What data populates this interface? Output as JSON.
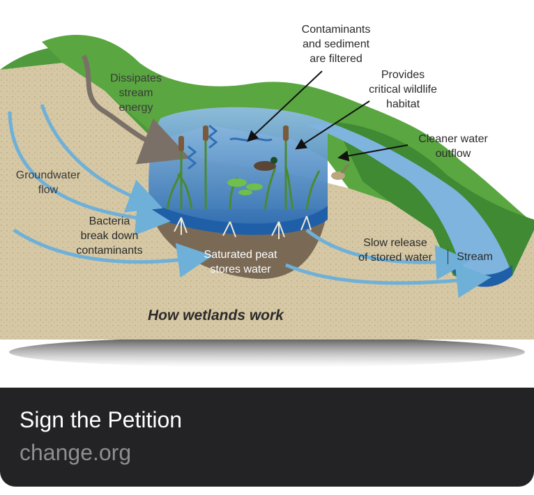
{
  "diagram": {
    "title": "How wetlands work",
    "labels": {
      "contaminants_filtered": "Contaminants\nand sediment\nare filtered",
      "wildlife_habitat": "Provides\ncritical wildlife\nhabitat",
      "dissipates_energy": "Dissipates\nstream\nenergy",
      "cleaner_outflow": "Cleaner water\noutflow",
      "groundwater_flow": "Groundwater\nflow",
      "bacteria": "Bacteria\nbreak down\ncontaminants",
      "saturated_peat": "Saturated peat\nstores water",
      "slow_release": "Slow release\nof stored water",
      "stream": "Stream"
    },
    "colors": {
      "grass": "#4f9a3c",
      "soil": "#d7c9a6",
      "water": "#3d7fc0",
      "peat": "#7a6a55",
      "arrow": "#6fb0d8"
    }
  },
  "link_preview": {
    "title": "Sign the Petition",
    "domain": "change.org"
  }
}
